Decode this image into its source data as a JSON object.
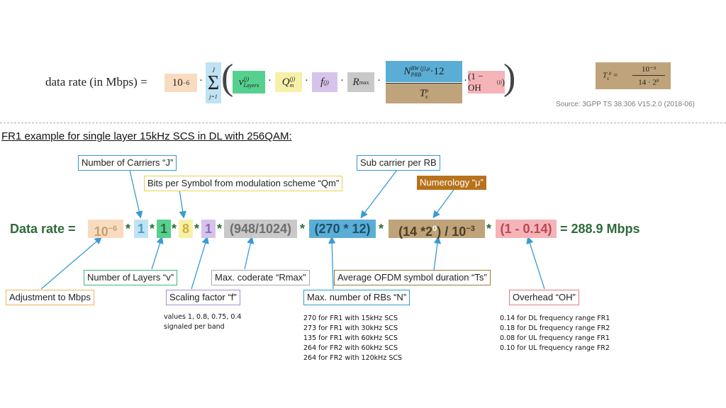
{
  "formula": {
    "lhs": "data rate (in Mbps) =",
    "factor": "10",
    "factor_exp": "−6",
    "sum_top": "J",
    "sum_bottom": "j=1",
    "v": "v",
    "v_sup": "(j)",
    "v_sub": "Layers",
    "qm": "Q",
    "qm_sub": "m",
    "qm_sup": "(j)",
    "f": "f",
    "f_sup": "(j)",
    "rmax": "R",
    "rmax_sub": "max",
    "n": "N",
    "n_sup": "BW (j),μ",
    "n_sub": "PRB",
    "twelve": "·12",
    "ts": "T",
    "ts_sub": "s",
    "ts_sup": "μ",
    "oh": "(1 − OH",
    "oh_sup": "(j)",
    "oh_close": ")",
    "dot": "·"
  },
  "ts_def": {
    "lhs": "T",
    "lhs_sub": "s",
    "lhs_sup": "μ",
    "eq": "=",
    "num": "10⁻³",
    "den": "14 · 2",
    "den_sup": "μ"
  },
  "source": "Source: 3GPP TS 38.306 V15.2.0 (2018-06)",
  "example_title": "FR1 example for single layer 15kHz SCS in DL with 256QAM:",
  "equation": {
    "lhs": "Data rate =",
    "t_adj": "10",
    "t_adj_exp": "−6",
    "t_j": "1",
    "t_v": "1",
    "t_qm": "8",
    "t_f": "1",
    "t_rmax": "(948/1024)",
    "t_n": "(270 * 12)",
    "t_ts": "(14 *2",
    "t_ts_exp": "0",
    "t_ts_close": ") / 10",
    "t_ts_exp2": "−3",
    "t_oh": "(1 - 0.14)",
    "star": "*",
    "result": "= 288.9 Mbps"
  },
  "labels": {
    "carriers": "Number of Carriers “J”",
    "bits": "Bits per Symbol from modulation scheme “Qm”",
    "subcarrier": "Sub carrier per RB",
    "numerology": "Numerology “μ”",
    "layers": "Number of Layers “v”",
    "coderate": "Max. coderate “Rmax”",
    "ofdm": "Average OFDM symbol duration “Ts”",
    "adjust": "Adjustment to Mbps",
    "scaling": "Scaling factor “f”",
    "rbs": "Max. number of RBs “N”",
    "overhead": "Overhead “OH”"
  },
  "notes": {
    "scaling": [
      "values 1, 0.8, 0.75, 0.4",
      "signaled per band"
    ],
    "rbs": [
      "270 for FR1 with 15kHz SCS",
      "273 for FR1 with 30kHz SCS",
      "135 for FR1 with 60kHz SCS",
      "264 for FR2 with 60kHz SCS",
      "264 for FR2 with 120kHz SCS"
    ],
    "overhead": [
      "0.14 for DL frequency range FR1",
      "0.18 for DL frequency range FR2",
      "0.08 for UL frequency range FR1",
      "0.10 for UL frequency range FR2"
    ]
  },
  "colors": {
    "adj": "#f9dcc0",
    "carriers": "#bfe3f3",
    "layers": "#56d08f",
    "qm": "#f7f0a8",
    "f": "#d6c3ea",
    "rmax": "#c9c9c9",
    "n": "#5aaed6",
    "ts": "#bfa37a",
    "oh": "#f5b4b8",
    "eqtext": "#2e6b3a",
    "arrow": "#3a9ad4"
  }
}
